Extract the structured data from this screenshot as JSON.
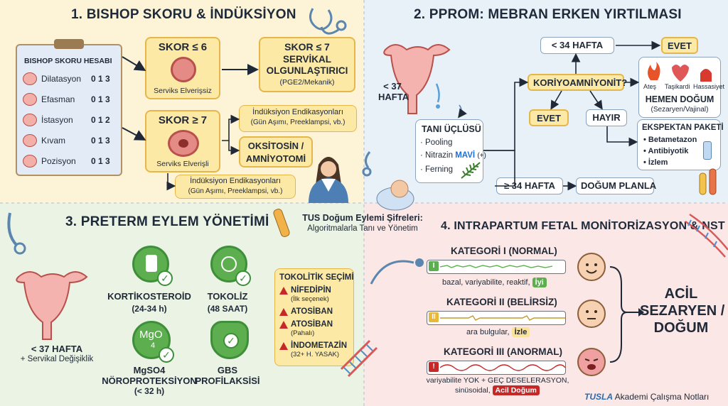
{
  "section1": {
    "title": "1. BISHOP SKORU & İNDÜKSİYON",
    "clipboard_title": "BISHOP SKORU HESABI",
    "rows": [
      {
        "label": "Dilatasyon",
        "scores": "0 1 3"
      },
      {
        "label": "Efasman",
        "scores": "0 1 3"
      },
      {
        "label": "İstasyon",
        "scores": "0 1 2"
      },
      {
        "label": "Kıvam",
        "scores": "0 1 3"
      },
      {
        "label": "Pozisyon",
        "scores": "0 1 3"
      }
    ],
    "low_score": {
      "title": "SKOR ≤ 6",
      "caption": "Serviks Elverişsiz"
    },
    "low_result": {
      "title": "SKOR ≤ 7",
      "line1": "SERVİKAL",
      "line2": "OLGUNLAŞTIRICI",
      "sub": "(PGE2/Mekanik)"
    },
    "high_score": {
      "title": "SKOR ≥ 7",
      "caption": "Serviks Elverişli"
    },
    "indication_top": {
      "line1": "İndüksiyon Endikasyonları",
      "line2": "(Gün Aşımı, Preeklampsi, vb.)"
    },
    "oxytocin": {
      "line1": "OKSİTOSİN /",
      "line2": "AMNİYOTOMİ"
    },
    "indication_bottom": {
      "line1": "İndüksiyon Endikasyonları",
      "line2": "(Gün Aşımı, Preeklampsi, vb.)"
    }
  },
  "section2": {
    "title": "2. PPROM: MEBRAN ERKEN YIRTILMASI",
    "uterus_label": {
      "line1": "< 37",
      "line2": "HAFTA"
    },
    "lt34": "< 34 HAFTA",
    "evet_top": "EVET",
    "korio": "KORİYOAMNİYONİT?",
    "symptoms": [
      "Ateş",
      "Taşikardi",
      "Hassasiyet"
    ],
    "delivery": {
      "line1": "HEMEN DOĞUM",
      "line2": "(Sezaryen/Vajinal)"
    },
    "evet": "EVET",
    "hayir": "HAYIR",
    "triad": {
      "title": "TANI ÜÇLÜSÜ",
      "items": [
        "· Pooling",
        "· Nitrazin",
        "· Ferning"
      ],
      "mavi": "MAVİ",
      "plus": "(+)"
    },
    "package": {
      "title": "EKSPEKTAN PAKETİ",
      "items": [
        "• Betametazon",
        "• Antibiyotik",
        "• İzlem"
      ]
    },
    "gte34": "≥ 34 HAFTA",
    "plan": "DOĞUM PLANLA"
  },
  "section3": {
    "title": "3. PRETERM EYLEM YÖNETİMİ",
    "uterus_label": {
      "line1": "< 37 HAFTA",
      "line2": "+ Servikal Değişiklik"
    },
    "items": [
      {
        "name": "KORTİKOSTEROİD",
        "sub": "(24-34 h)"
      },
      {
        "name": "TOKOLİZ",
        "sub": "(48 SAAT)"
      },
      {
        "name": "MgSO4",
        "name2": "NÖROPROTEKSİYON",
        "sub": "(< 32 h)",
        "icon_text": "MgO",
        "icon_sub": "4"
      },
      {
        "name": "GBS",
        "name2": "PROFİLAKSİSİ"
      }
    ],
    "tocolytic": {
      "title": "TOKOLİTİK SEÇİMİ",
      "items": [
        {
          "name": "NİFEDİPİN",
          "sub": "(İlk seçenek)"
        },
        {
          "name": "ATOSİBAN",
          "sub": ""
        },
        {
          "name": "ATOSİBAN",
          "sub": "(Pahalı)"
        },
        {
          "name": "İNDOMETAZİN",
          "sub": "(32+ H. YASAK)"
        }
      ]
    }
  },
  "center": {
    "line1": "TUS Doğum Eylemi Şifreleri:",
    "line2": "Algoritmalarla Tanı ve Yönetim"
  },
  "section4": {
    "title": "4. INTRAPARTUM FETAL MONİTORİZASYON & NST",
    "cat1": {
      "title": "KATEGORİ I (NORMAL)",
      "marker": "I",
      "desc": "bazal, variyabilite, reaktif,",
      "tag": "İyi"
    },
    "cat2": {
      "title": "KATEGORİ II (BELİRSİZ)",
      "marker": "II",
      "desc": "ara bulgular,",
      "tag": "İzle"
    },
    "cat3": {
      "title": "KATEGORİ III (ANORMAL)",
      "marker": "!",
      "desc1": "variyabilite YOK + GEÇ DESELERASYON,",
      "desc2": "sinüsoidal,",
      "tag": "Acil Doğum"
    },
    "outcome": {
      "line1": "ACİL",
      "line2": "SEZARYEN /",
      "line3": "DOĞUM"
    },
    "brand": {
      "logo": "TUSLA",
      "text": "Akademi Çalışma Notları"
    }
  },
  "colors": {
    "yellow_bg": "#fdf3d7",
    "blue_bg": "#e8f0f8",
    "green_bg": "#eaf3e4",
    "pink_bg": "#fbe7e6",
    "accent_green": "#5cae4e",
    "alert_red": "#c62828"
  }
}
